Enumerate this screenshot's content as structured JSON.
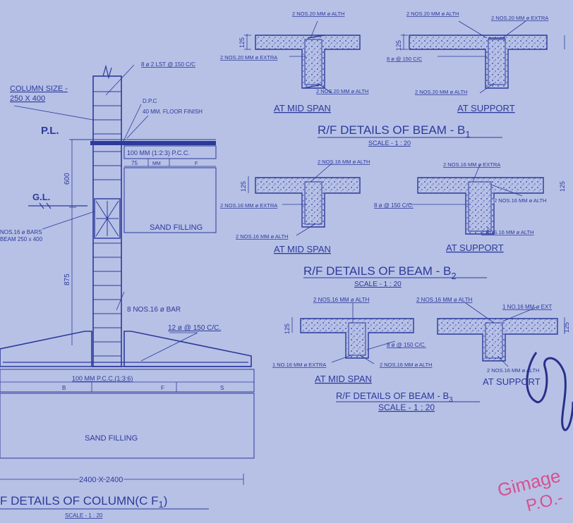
{
  "column": {
    "size_label": "COLUMN SIZE -",
    "size_value": "250 X 400",
    "stirrups": "8 ø 2 LST @ 150 C/C",
    "dpc": "D.P.C",
    "floor_finish": "40 MM. FLOOR FINISH",
    "pl": "P.L.",
    "pcc_top": "100 MM (1:2:3) P.C.C.",
    "pcc_top_cells": [
      "75",
      "MM",
      "F"
    ],
    "dim_600": "600",
    "gl": "G.L.",
    "sand_right": "SAND FILLING",
    "tie_beam_1": "NOS.16 ø BARS",
    "tie_beam_2": "BEAM 250 x 400",
    "dim_875": "875",
    "main_bars": "8 NOS.16 ø BAR",
    "footing_bars": "12 ø @ 150 C/C.",
    "pcc_bottom": "100 MM P.C.C.(1:3:6)",
    "pcc_bottom_cells": [
      "B",
      "F",
      "S"
    ],
    "sand_bottom": "SAND FILLING",
    "footing_size": "2400 X 2400",
    "title": "F DETAILS OF COLUMN(C F",
    "title_sub": "1",
    "scale": "SCALE - 1 : 20"
  },
  "beams": [
    {
      "mid_top": "2 NOS.20 MM ø ALTH",
      "mid_extra": "2 NOS.20 MM ø EXTRA",
      "mid_bottom": "2 NOS.20 MM ø ALTH",
      "dim": "125",
      "stirrup": "8 ø @ 150 C/C",
      "sup_top_left": "2 NOS.20 MM ø ALTH",
      "sup_top_right": "2 NOS.20 MM ø EXTRA",
      "sup_bottom": "2 NOS.20 MM ø ALTH",
      "sup_dim": "125",
      "mid_label": "AT MID SPAN",
      "sup_label": "AT SUPPORT",
      "title": "R/F DETAILS OF BEAM - B",
      "sub": "1",
      "scale": "SCALE - 1 : 20"
    },
    {
      "mid_top": "2 NOS.16 MM ø ALTH",
      "mid_extra": "2 NOS.16 MM ø EXTRA",
      "mid_bottom": "2 NOS.16 MM ø ALTH",
      "dim": "125",
      "stirrup": "8 ø @ 150 C/C.",
      "sup_top": "2 NOS.16 MM ø EXTRA",
      "sup_right": "2 NOS.16 MM ø ALTH",
      "sup_bottom": "2 NOS.16 MM ø ALTH",
      "sup_dim": "125",
      "mid_label": "AT MID SPAN",
      "sup_label": "AT SUPPORT",
      "title": "R/F DETAILS OF BEAM - B",
      "sub": "2",
      "scale": "SCALE - 1 : 20"
    },
    {
      "mid_top": "2 NOS.16 MM ø ALTH",
      "sup_top": "2 NOS.16 MM ø ALTH",
      "sup_right": "1 NO.16 MM ø EXT",
      "dim": "125",
      "stirrup": "8 ø @ 150 C/C.",
      "mid_extra": "1 NO.16 MM ø EXTRA",
      "mid_bottom": "2 NOS.16 MM ø ALTH",
      "sup_bottom": "2 NOS.16 MM ø ALTH",
      "sup_dim": "125",
      "mid_label": "AT MID SPAN",
      "sup_label": "AT SUPPORT",
      "title": "R/F DETAILS OF BEAM - B",
      "sub": "3",
      "scale": "SCALE - 1 : 20"
    }
  ],
  "stamp": {
    "line1": "Gimage",
    "line2": "P.O.-"
  }
}
